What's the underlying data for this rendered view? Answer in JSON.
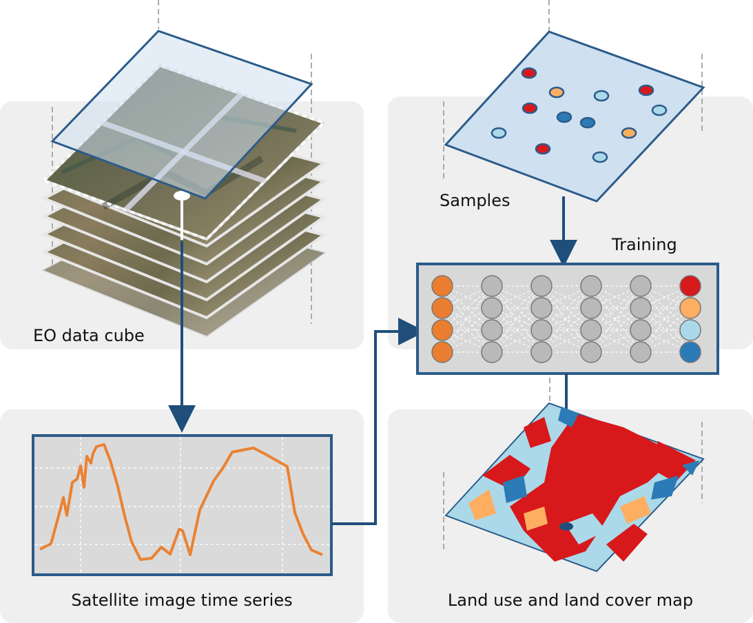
{
  "labels": {
    "eo_data_cube": "EO data cube",
    "samples": "Samples",
    "training": "Training",
    "time_series": "Satellite image time series",
    "land_cover_map": "Land use and land cover map"
  },
  "colors": {
    "panel_bg": "#efefef",
    "frame_blue": "#2b5b8a",
    "arrow_blue": "#1f4e7a",
    "plane_fill": "#cfe0f0",
    "series_orange": "#ea8232",
    "nn_input": "#ea7d2f",
    "nn_hidden": "#b9b9b9",
    "class_red": "#d7191c",
    "class_light_orange": "#fdae61",
    "class_light_blue": "#abd9e9",
    "class_blue": "#2c7bb6"
  },
  "icons": {
    "cube": "stacked-image-layers-icon",
    "network": "neural-network-icon",
    "map": "classified-map-icon"
  }
}
